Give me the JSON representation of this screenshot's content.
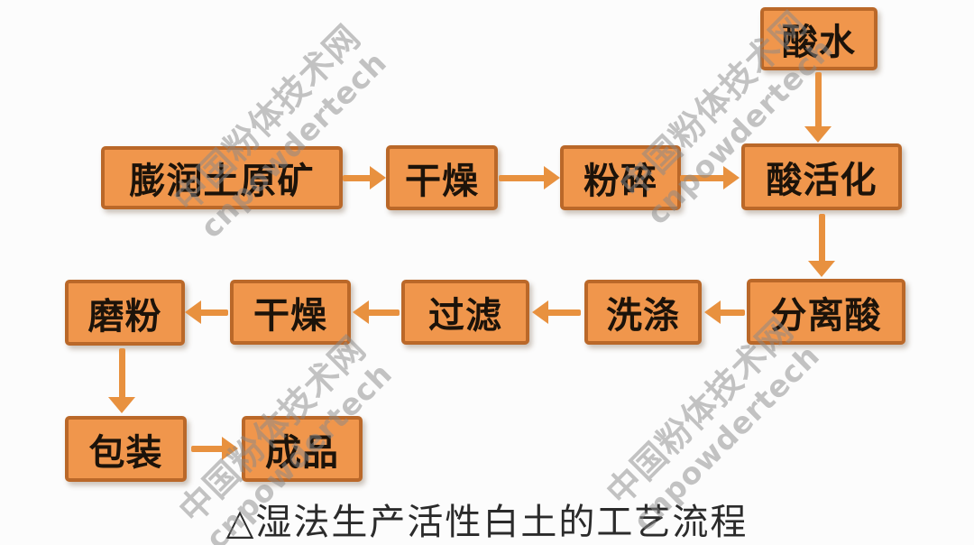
{
  "caption": "△湿法生产活性白土的工艺流程",
  "watermark": {
    "line1": "中国粉体技术网",
    "line2": "cnpowdertech"
  },
  "colors": {
    "background": "#FCFCFC",
    "box_fill": "#F0964C",
    "box_border": "#BA6829",
    "box_text": "#1C130A",
    "arrow": "#E8913F",
    "caption_text": "#2B2B2B",
    "watermark_text": "#8A8A8A"
  },
  "diagram": {
    "type": "flowchart",
    "nodes": [
      {
        "id": "acid-water",
        "label": "酸水"
      },
      {
        "id": "bentonite-ore",
        "label": "膨润土原矿"
      },
      {
        "id": "drying-1",
        "label": "干燥"
      },
      {
        "id": "crushing",
        "label": "粉碎"
      },
      {
        "id": "acid-activation",
        "label": "酸活化"
      },
      {
        "id": "acid-separation",
        "label": "分离酸"
      },
      {
        "id": "washing",
        "label": "洗涤"
      },
      {
        "id": "filtering",
        "label": "过滤"
      },
      {
        "id": "drying-2",
        "label": "干燥"
      },
      {
        "id": "grinding",
        "label": "磨粉"
      },
      {
        "id": "packaging",
        "label": "包装"
      },
      {
        "id": "finished-product",
        "label": "成品"
      }
    ],
    "edges": [
      {
        "from": "acid-water",
        "to": "acid-activation"
      },
      {
        "from": "bentonite-ore",
        "to": "drying-1"
      },
      {
        "from": "drying-1",
        "to": "crushing"
      },
      {
        "from": "crushing",
        "to": "acid-activation"
      },
      {
        "from": "acid-activation",
        "to": "acid-separation"
      },
      {
        "from": "acid-separation",
        "to": "washing"
      },
      {
        "from": "washing",
        "to": "filtering"
      },
      {
        "from": "filtering",
        "to": "drying-2"
      },
      {
        "from": "drying-2",
        "to": "grinding"
      },
      {
        "from": "grinding",
        "to": "packaging"
      },
      {
        "from": "packaging",
        "to": "finished-product"
      }
    ]
  }
}
